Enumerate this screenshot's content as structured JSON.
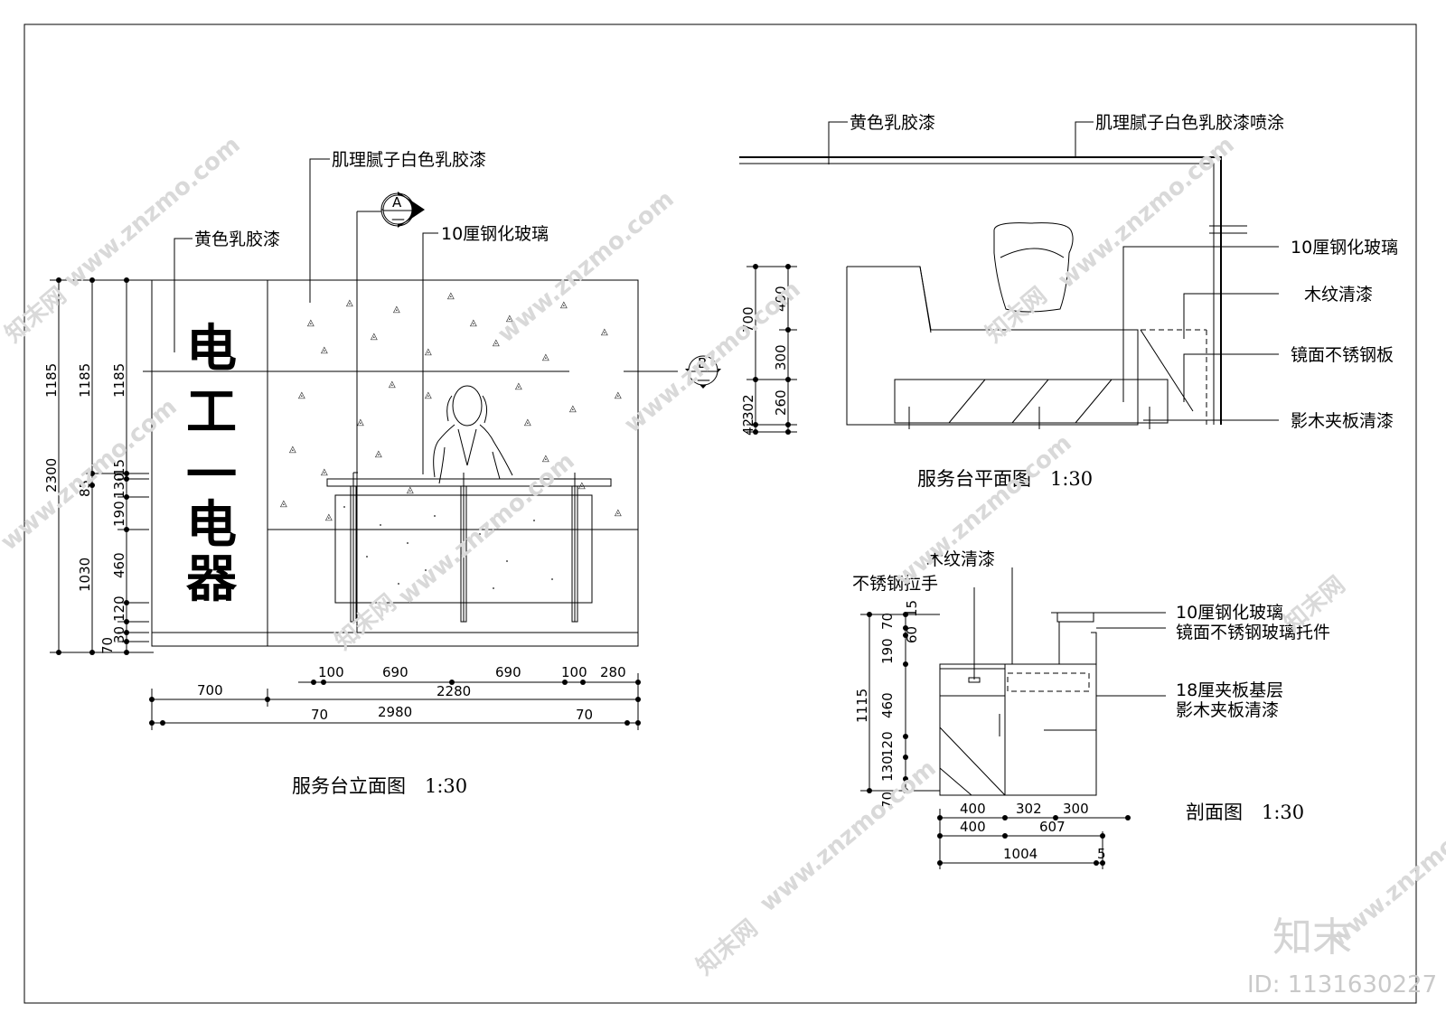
{
  "elevation": {
    "title": "服务台立面图　1:30",
    "labels": {
      "texture_putty": "肌理腻子白色乳胶漆",
      "yellow_paint": "黄色乳胶漆",
      "tempered_glass": "10厘钢化玻璃"
    },
    "section_marks": {
      "a": "A",
      "b": "B",
      "dash": "—"
    },
    "sign_chars": [
      "电",
      "工",
      "一",
      "电",
      "器"
    ],
    "dims_left_outer": {
      "d1185": "1185",
      "d2300": "2300"
    },
    "dims_left_mid": {
      "d1185": "1185",
      "d85": "85",
      "d1030": "1030"
    },
    "dims_left_inner": {
      "d15": "15",
      "d130": "130",
      "d190": "190",
      "d460": "460",
      "d120": "120",
      "d30": "30",
      "d70": "70"
    },
    "dims_bottom_row1": [
      "100",
      "690",
      "690",
      "100",
      "280"
    ],
    "dims_bottom_row2": {
      "d700": "700",
      "d2280": "2280"
    },
    "dims_bottom_row3": {
      "d70a": "70",
      "d2980": "2980",
      "d70b": "70"
    }
  },
  "plan": {
    "title": "服务台平面图　1:30",
    "labels": {
      "yellow_paint": "黄色乳胶漆",
      "texture_spray": "肌理腻子白色乳胶漆喷涂",
      "tempered_glass": "10厘钢化玻璃",
      "wood_varnish": "木纹清漆",
      "mirror_steel": "镜面不锈钢板",
      "shadow_wood": "影木夹板清漆"
    },
    "dims": {
      "d700": "700",
      "d400": "400",
      "d300": "300",
      "d302": "302",
      "d260": "260",
      "d42": "42"
    }
  },
  "section": {
    "title": "剖面图　1:30",
    "labels": {
      "wood_varnish": "木纹清漆",
      "steel_handle": "不锈钢拉手",
      "tempered_glass": "10厘钢化玻璃",
      "glass_bracket": "镜面不锈钢玻璃托件",
      "plywood_base": "18厘夹板基层",
      "shadow_wood": "影木夹板清漆"
    },
    "dims_left": {
      "d1115": "1115",
      "d70": "70",
      "d15": "15",
      "d190": "190",
      "d60": "60",
      "d460": "460",
      "d120": "120",
      "d130": "130",
      "d70b": "70"
    },
    "dims_bottom": {
      "d400a": "400",
      "d302": "302",
      "d300": "300",
      "d400b": "400",
      "d607": "607",
      "d1004": "1004",
      "d5": "5"
    }
  },
  "watermarks": {
    "site": "www.znzmo.com",
    "brand": "知末网",
    "logo": "知末",
    "id": "ID: 1131630227"
  }
}
